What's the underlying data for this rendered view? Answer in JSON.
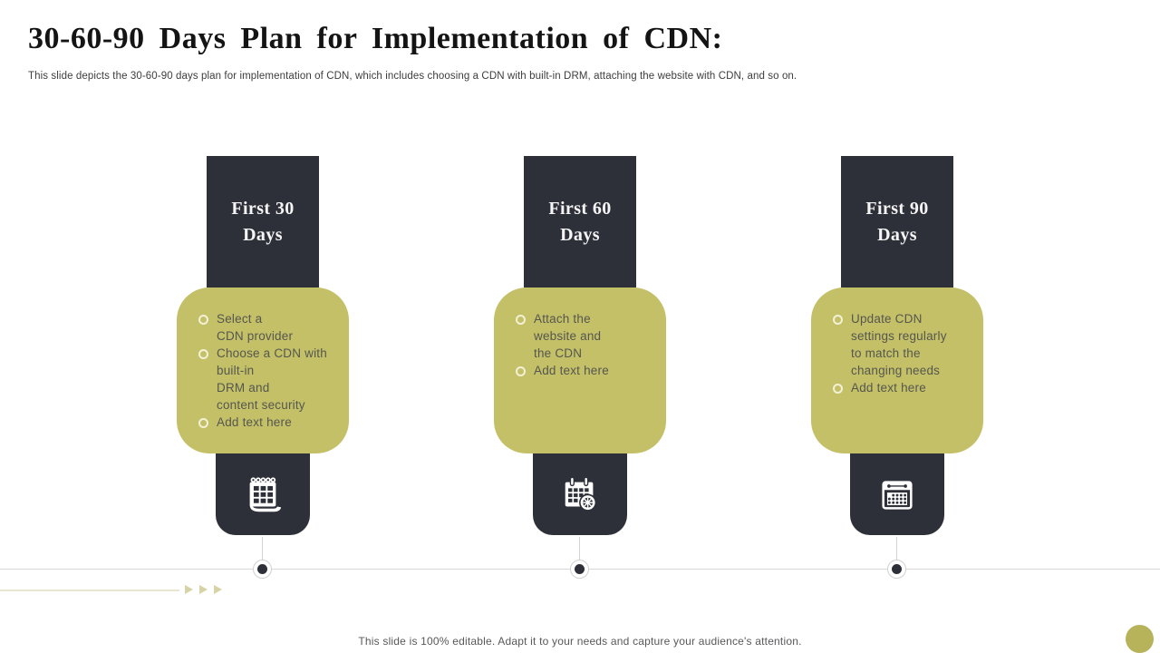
{
  "slide": {
    "title": "30-60-90 Days Plan for Implementation of CDN:",
    "subtitle": "This slide depicts the 30-60-90 days plan for implementation of CDN, which includes choosing a CDN with built-in DRM,  attaching the website with CDN, and so on.",
    "footer": "This slide is 100% editable. Adapt it to your needs and capture your audience's attention."
  },
  "colors": {
    "dark_box": "#2e3039",
    "olive_box": "#c4c068",
    "bullet_ring": "#f3f0d6",
    "bullet_text": "#56564e",
    "timeline_line": "#d8d8d8",
    "decor_line": "#e8e6d2",
    "decor_arrow": "#d6d3a6",
    "corner_circle": "#b6b35a"
  },
  "columns": [
    {
      "header": "First 30\nDays",
      "icon": "calendar-notepad-icon",
      "bullets": [
        "Select a\nCDN provider",
        "Choose a CDN with\nbuilt-in\nDRM and\ncontent security",
        "Add text here"
      ]
    },
    {
      "header": "First 60\nDays",
      "icon": "calendar-gear-icon",
      "bullets": [
        "Attach the\nwebsite and\nthe CDN",
        "Add text here"
      ]
    },
    {
      "header": "First 90\nDays",
      "icon": "calendar-dots-icon",
      "bullets": [
        "Update CDN\nsettings regularly\nto match the\nchanging needs",
        "Add text here"
      ]
    }
  ]
}
